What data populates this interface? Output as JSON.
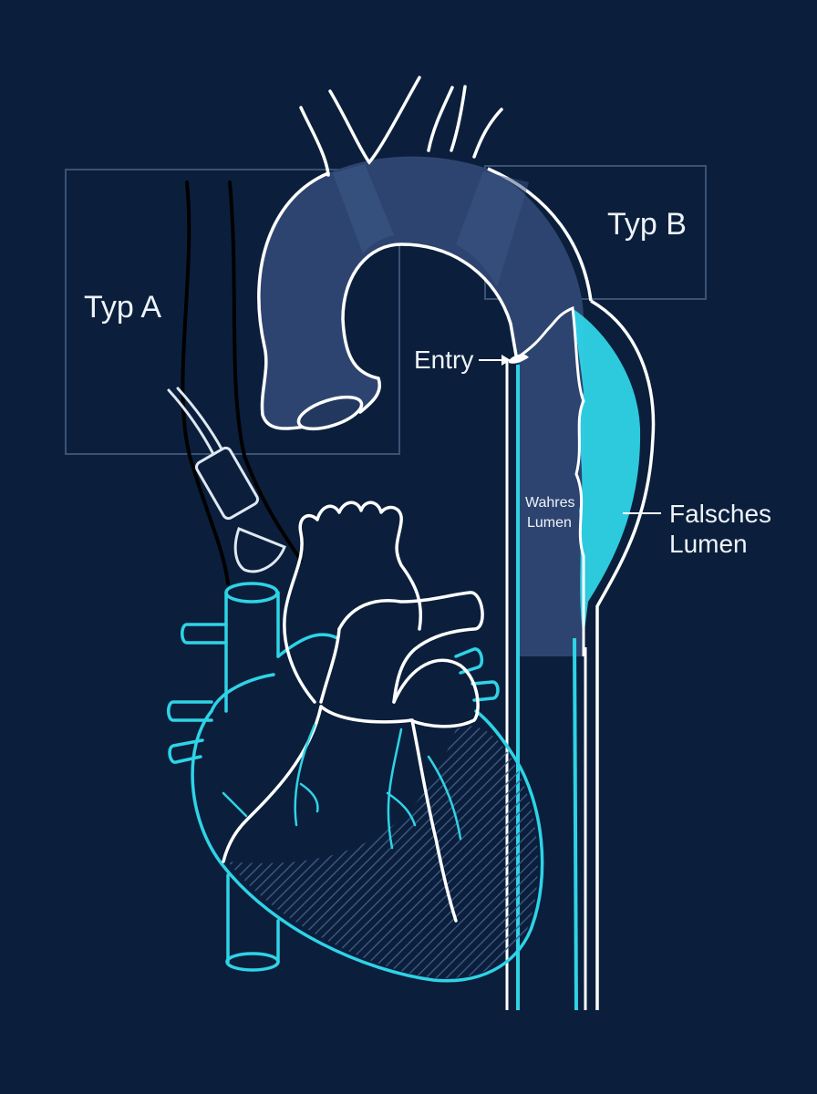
{
  "labels": {
    "typ_a": "Typ A",
    "typ_b": "Typ B",
    "entry": "Entry",
    "wahres_line1": "Wahres",
    "wahres_line2": "Lumen",
    "falsches_line1": "Falsches",
    "falsches_line2": "Lumen"
  },
  "colors": {
    "background": "#0b1f3c",
    "vessel_fill": "#2e4470",
    "outline": "#ffffff",
    "accent_cyan": "#2fd3e6",
    "box_stroke": "#3a5275",
    "probe": "#000000"
  },
  "icons": [
    "aortic-arch-icon",
    "heart-icon",
    "ultrasound-probe-icon"
  ]
}
